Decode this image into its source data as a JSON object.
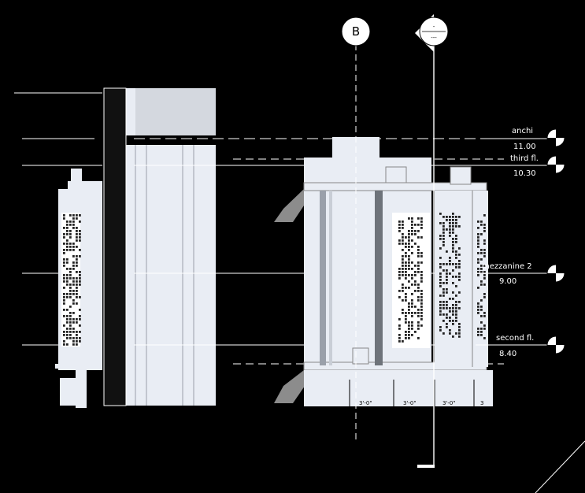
{
  "grid_bubbles": {
    "left": "B",
    "right_top": "-",
    "right_bottom": "---"
  },
  "levels": [
    {
      "name": "anchi",
      "elevation": "11.00"
    },
    {
      "name": "third fl.",
      "elevation": "10.30"
    },
    {
      "name": "mezzanine 2",
      "elevation": "9.00"
    },
    {
      "name": "second fl.",
      "elevation": "8.40"
    }
  ],
  "bottom_labels": [
    "3'-0\"",
    "3'-0\"",
    "3'-0\"",
    "3"
  ],
  "colors": {
    "background": "#000000",
    "wall": "#e9edf4",
    "line": "#ffffff",
    "shadow": "#8c8c8c"
  }
}
